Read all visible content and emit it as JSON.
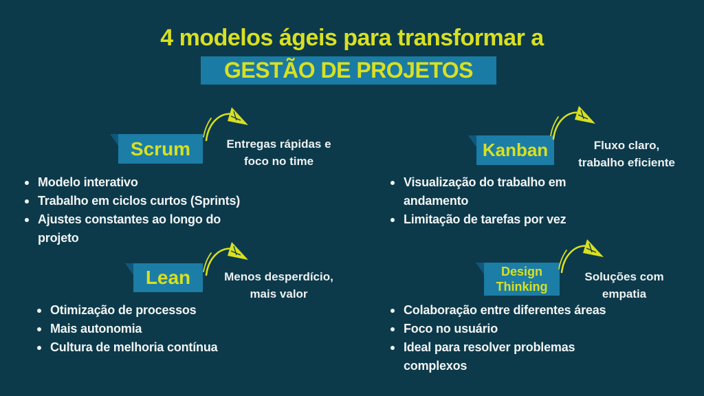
{
  "page": {
    "background_color": "#0c3a4b",
    "accent_yellow": "#d9e021",
    "accent_blue": "#1c7da6",
    "accent_blue_dark": "#11577b",
    "text_color": "#f2f4f4",
    "icons": [
      "curved-arrow-icon",
      "bullet-dot-icon"
    ]
  },
  "title": {
    "line1": "4 modelos ágeis para transformar a",
    "line2": "GESTÃO DE PROJETOS"
  },
  "sections": [
    {
      "label": "Scrum",
      "caption": "Entregas rápidas e\nfoco no time",
      "bullets": [
        "Modelo interativo",
        "Trabalho em ciclos curtos (Sprints)",
        "Ajustes constantes ao longo do\nprojeto"
      ]
    },
    {
      "label": "Kanban",
      "caption": "Fluxo claro,\ntrabalho eficiente",
      "bullets": [
        "Visualização do trabalho em\nandamento",
        "Limitação de tarefas por vez"
      ]
    },
    {
      "label": "Lean",
      "caption": "Menos desperdício,\nmais valor",
      "bullets": [
        "Otimização de processos",
        "Mais autonomia",
        "Cultura de melhoria contínua"
      ]
    },
    {
      "label": "Design\nThinking",
      "caption": "Soluções com\nempatia",
      "bullets": [
        "Colaboração entre diferentes áreas",
        "Foco no usuário",
        "Ideal para resolver problemas\ncomplexos"
      ]
    }
  ]
}
